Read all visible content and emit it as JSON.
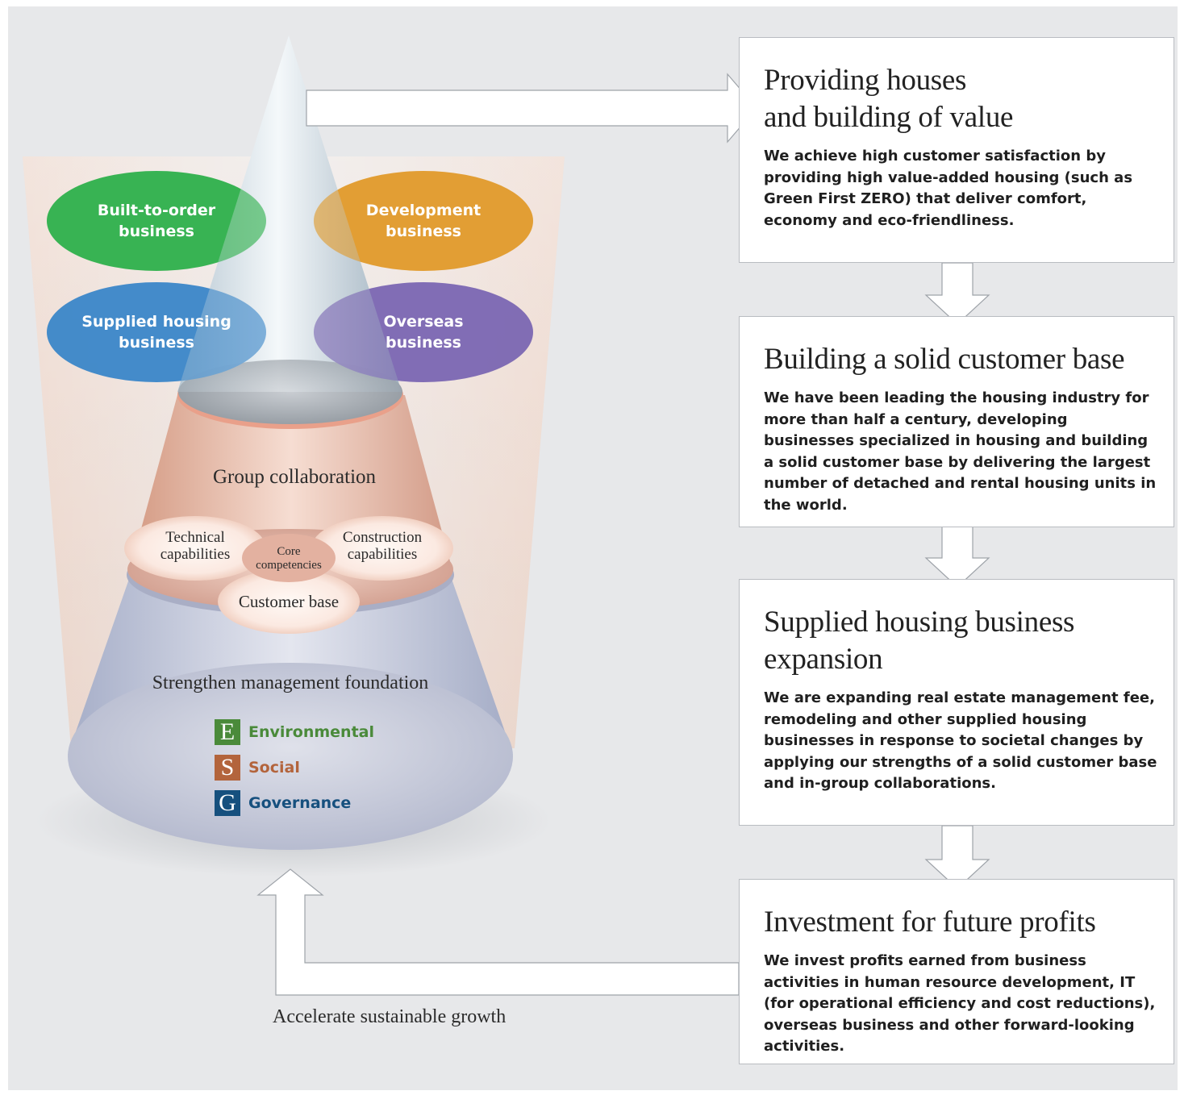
{
  "colors": {
    "built_to_order": "#2db04b",
    "development": "#e09a2a",
    "supplied_housing": "#3a86c8",
    "overseas": "#7a66b2",
    "environmental": "#4a8a3a",
    "social": "#b3643c",
    "governance": "#16507e"
  },
  "businesses": {
    "built_to_order": [
      "Built-to-order",
      "business"
    ],
    "development": [
      "Development",
      "business"
    ],
    "supplied_housing": [
      "Supplied housing",
      "business"
    ],
    "overseas": [
      "Overseas",
      "business"
    ]
  },
  "group_collaboration": {
    "title": "Group collaboration",
    "technical": [
      "Technical",
      "capabilities"
    ],
    "construction": [
      "Construction",
      "capabilities"
    ],
    "core": [
      "Core",
      "competencies"
    ],
    "customer_base": "Customer base"
  },
  "foundation": {
    "title": "Strengthen management foundation",
    "esg": [
      {
        "letter": "E",
        "label": "Environmental",
        "icon": "e-square-icon"
      },
      {
        "letter": "S",
        "label": "Social",
        "icon": "s-square-icon"
      },
      {
        "letter": "G",
        "label": "Governance",
        "icon": "g-square-icon"
      }
    ]
  },
  "growth_label": "Accelerate sustainable growth",
  "steps": [
    {
      "title_lines": [
        "Providing houses",
        "and building of value"
      ],
      "body": "We achieve high customer satisfaction by providing high value-added housing (such as Green First ZERO) that deliver comfort, economy and eco-friendliness."
    },
    {
      "title_lines": [
        "Building a solid customer base"
      ],
      "body": "We have been leading the housing industry for more than half a century, developing businesses specialized in housing and building a solid customer base by delivering the largest number of detached and rental housing units in the world."
    },
    {
      "title_lines": [
        "Supplied housing business",
        "expansion"
      ],
      "body": "We are expanding real estate management fee, remodeling and other supplied housing businesses in response to societal changes by applying our strengths of a solid customer base and in-group collaborations."
    },
    {
      "title_lines": [
        "Investment for future profits"
      ],
      "body": "We invest profits earned from business activities in human resource development, IT (for operational efficiency and cost reductions), overseas business and other forward-looking activities."
    }
  ]
}
